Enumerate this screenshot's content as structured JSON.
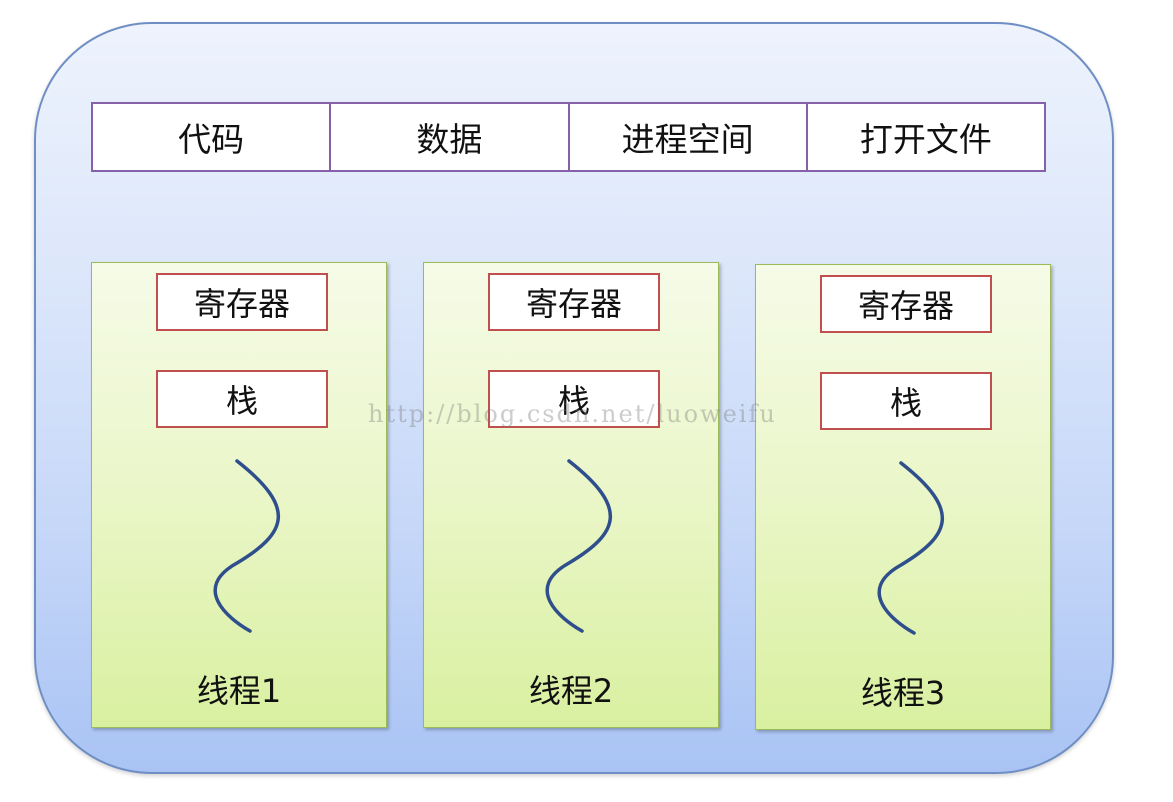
{
  "resources": [
    "代码",
    "数据",
    "进程空间",
    "打开文件"
  ],
  "threads": [
    {
      "register_label": "寄存器",
      "stack_label": "栈",
      "label": "线程1"
    },
    {
      "register_label": "寄存器",
      "stack_label": "栈",
      "label": "线程2"
    },
    {
      "register_label": "寄存器",
      "stack_label": "栈",
      "label": "线程3"
    }
  ],
  "watermark": "http://blog.csdn.net/luoweifu",
  "colors": {
    "process_fill": "#c4d6f8",
    "process_border": "#6f8fc4",
    "resource_border": "#8660a8",
    "thread_fill": "#eaf6c8",
    "thread_border": "#9bbb59",
    "box_border": "#c0504d",
    "wave_stroke": "#2f4e8c"
  }
}
